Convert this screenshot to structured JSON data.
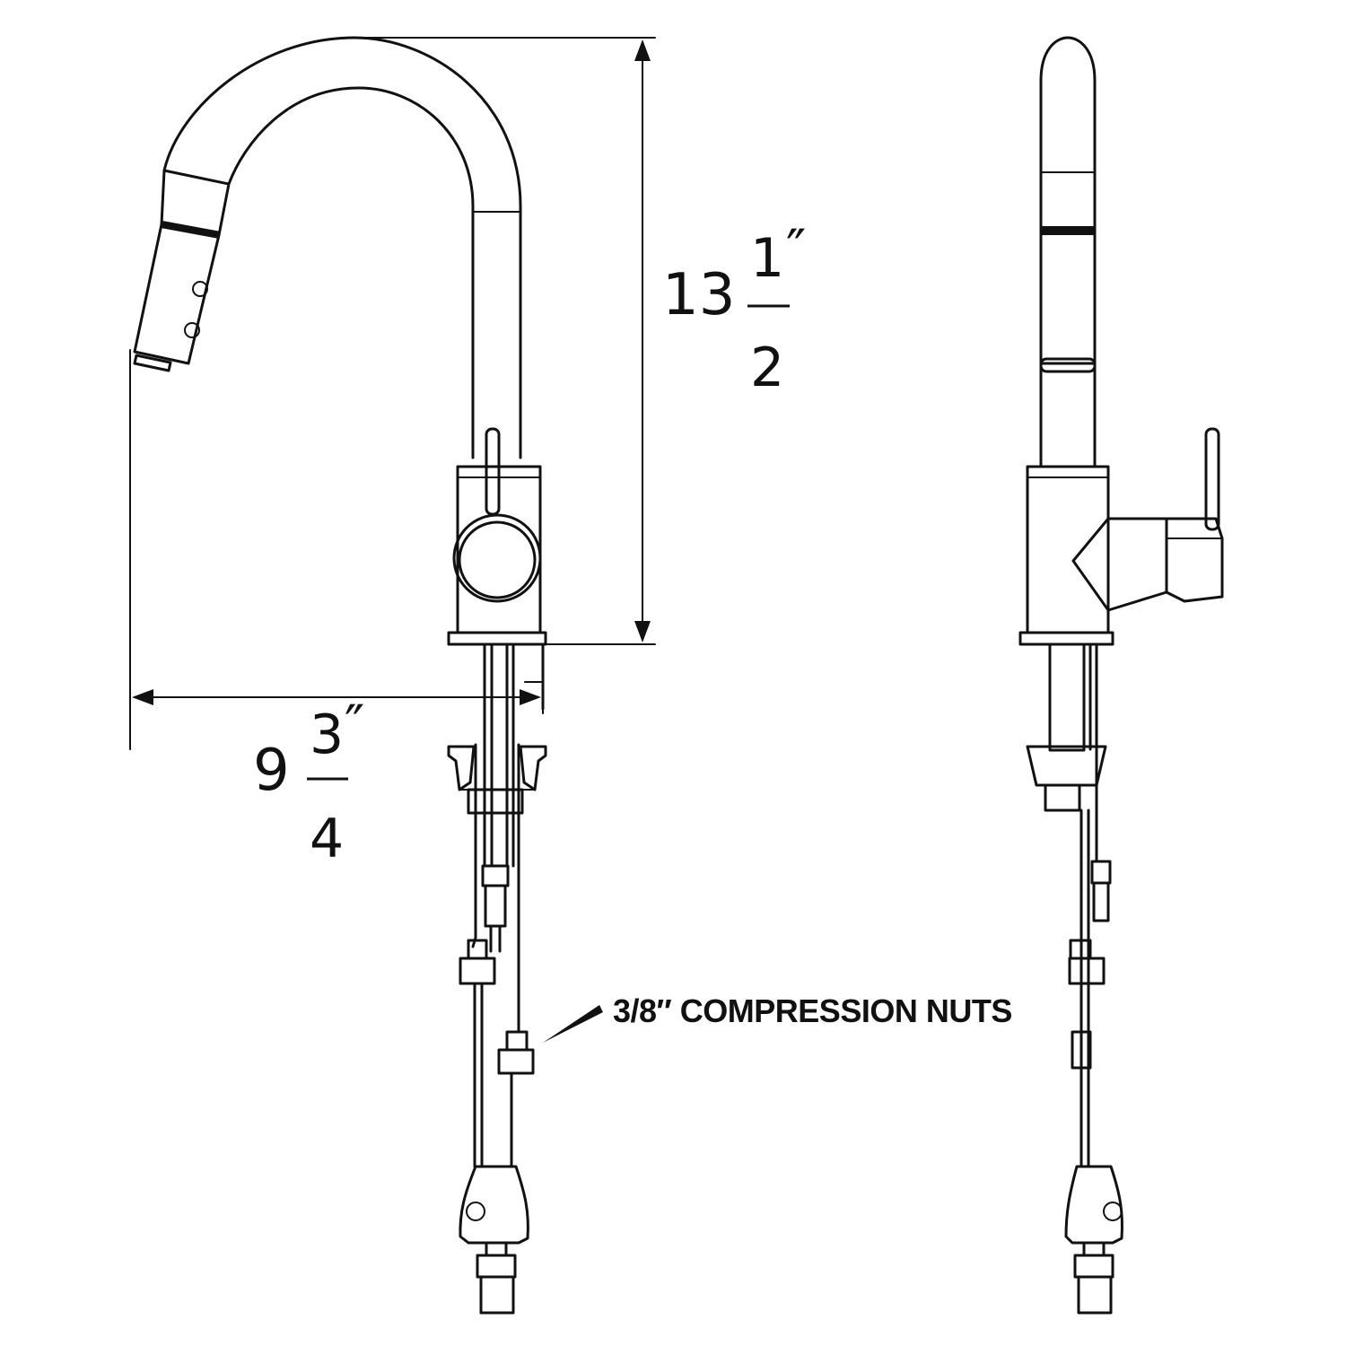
{
  "dimensions": {
    "height": {
      "whole": "13",
      "numerator": "1",
      "inch_mark": "″",
      "denominator": "2"
    },
    "width": {
      "whole": "9",
      "numerator": "3",
      "inch_mark": "″",
      "denominator": "4"
    }
  },
  "callout": {
    "text": "3/8″  COMPRESSION NUTS"
  },
  "colors": {
    "line": "#111111",
    "background": "#ffffff"
  }
}
